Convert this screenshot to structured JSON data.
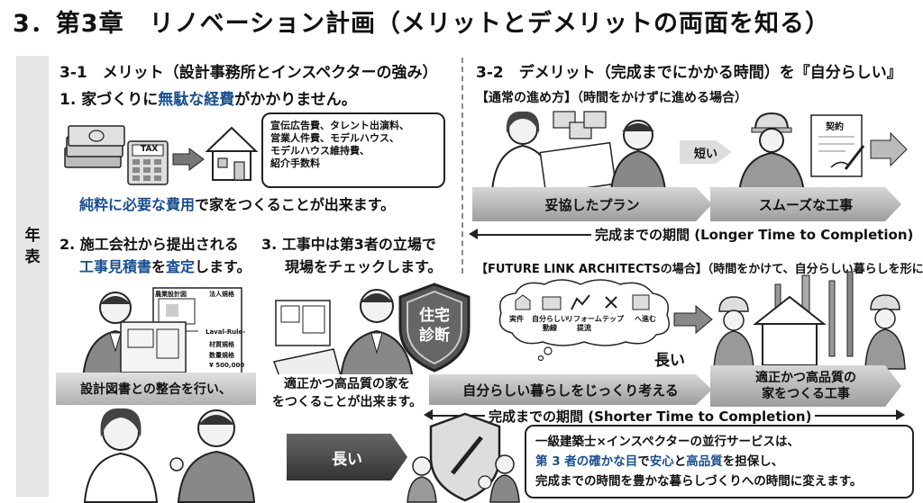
{
  "title": "3．第3章　リノベーション計画（メリットとデメリットの両面を知る）",
  "side_label": "年表",
  "left": {
    "heading": "3-1　メリット（設計事務所とインスペクターの強み）",
    "point1_prefix": "1. 家づくりに",
    "point1_em1": "無駄な経費",
    "point1_suffix": "がかかりません。",
    "tax_label": "TAX",
    "bubble_lines": [
      "宣伝広告費、タレント出演料、",
      "営業人件費、モデルハウス、",
      "モデルハウス維持費、",
      "紹介手数料"
    ],
    "point1b_em": "純粋に必要な費用",
    "point1b_suffix": "で家をつくることが出来ます。",
    "point2_line1": "2. 施工会社から提出される",
    "point2_em1": "工事見積書",
    "point2_mid": "を",
    "point2_em2": "査定",
    "point2_suffix": "します。",
    "point3_line1": "3. 工事中は第3者の立場で",
    "point3_line2": "現場をチェックします。",
    "doc_labels": [
      "農業設計図",
      "法人規格",
      "Laval-Rule-",
      "材質規格",
      "数量規格",
      "¥ 500,000"
    ],
    "caption1": "設計図書との整合を行い、",
    "caption2a": "適正かつ高品質の家を",
    "caption2b": "をつくることが出来ます。"
  },
  "right": {
    "heading": "3-2　デメリット（完成までにかかる時間）を『自分らしい』",
    "normal_title": "【通常の進め方】（時間をかけずに進める場合）",
    "short_label": "短い",
    "contract_label": "契約",
    "bar1": "妥協したプラン",
    "bar2": "スムーズな工事",
    "period1": "完成までの期間 (Longer Time to Completion)",
    "future_title": "【FUTURE LINK ARCHITECTSの場合】（時間をかけて、自分らしい暮らしを形に）",
    "cloud_items": [
      "実件",
      "自分らしい\n動線",
      "リフォーム\n提流",
      "テップ",
      "へ進む"
    ],
    "long_label": "長い",
    "bar3": "自分らしい暮らしをじっくり考える",
    "bar4a": "適正かつ高品質の",
    "bar4b": "家をつくる工事",
    "period2": "完成までの期間 (Shorter Time to Completion)"
  },
  "shield_line1": "住宅",
  "shield_line2": "診断",
  "bottom": {
    "long_label": "長い",
    "line1": "一級建築士×インスペクターの並行サービスは、",
    "line2_prefix": "第 3 者の確かな目",
    "line2_mid1": "で",
    "line2_em2": "安心",
    "line2_mid2": "と",
    "line2_em3": "高品質",
    "line2_suffix": "を担保し、",
    "line3": "完成までの時間を豊かな暮らしづくりへの時間に変えます。"
  }
}
